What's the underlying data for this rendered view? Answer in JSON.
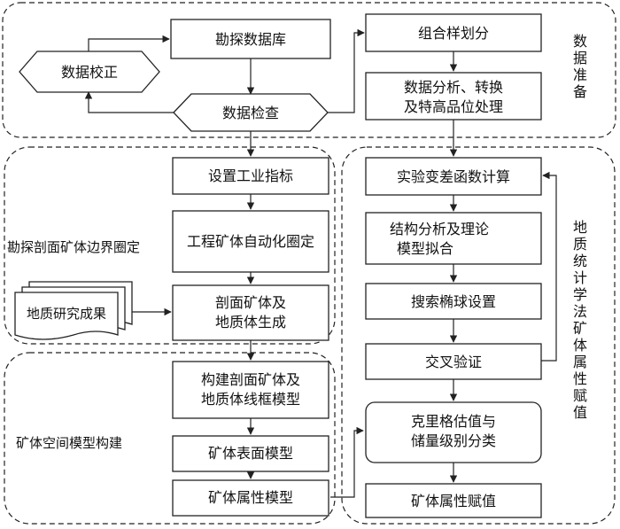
{
  "regions": {
    "data_prep": "数据准备",
    "boundary": "勘探剖面矿体边界圈定",
    "spatial": "矿体空间模型构建",
    "geostat": "地质统计学法矿体属性赋值"
  },
  "nodes": {
    "exploration_db": "勘探数据库",
    "data_correction": "数据校正",
    "data_check": "数据检查",
    "sample_grouping": "组合样划分",
    "analysis_1": "数据分析、转换",
    "analysis_2": "及特高品位处理",
    "industrial_index": "设置工业指标",
    "auto_delineation": "工程矿体自动化圈定",
    "geo_research": "地质研究成果",
    "section_gen_1": "剖面矿体及",
    "section_gen_2": "地质体生成",
    "wireframe_1": "构建剖面矿体及",
    "wireframe_2": "地质体线框模型",
    "surface_model": "矿体表面模型",
    "attribute_model": "矿体属性模型",
    "variogram": "实验变差函数计算",
    "structure_1": "结构分析及理论",
    "structure_2": "模型拟合",
    "ellipsoid": "搜索椭球设置",
    "cross_validation": "交叉验证",
    "kriging_1": "克里格估值与",
    "kriging_2": "储量级别分类",
    "attribute_assign": "矿体属性赋值"
  }
}
